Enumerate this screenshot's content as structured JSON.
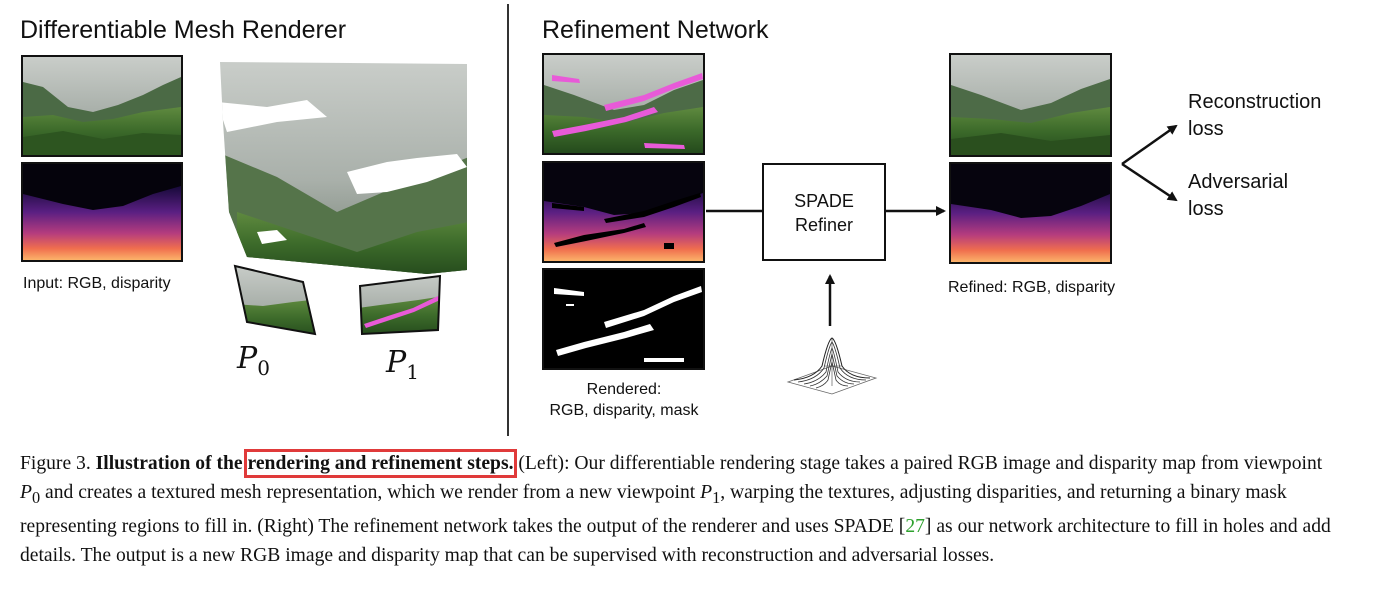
{
  "left_panel": {
    "title": "Differentiable Mesh Renderer",
    "input_label": "Input: RGB, disparity",
    "pose_0": {
      "symbol": "P",
      "sub": "0"
    },
    "pose_1": {
      "symbol": "P",
      "sub": "1"
    }
  },
  "right_panel": {
    "title": "Refinement Network",
    "spade_box": {
      "line1": "SPADE",
      "line2": "Refiner"
    },
    "rendered_label": {
      "line1": "Rendered:",
      "line2": "RGB, disparity, mask"
    },
    "refined_label": "Refined: RGB, disparity",
    "loss_1": {
      "line1": "Reconstruction",
      "line2": "loss"
    },
    "loss_2": {
      "line1": "Adversarial",
      "line2": "loss"
    }
  },
  "caption": {
    "prefix": "Figure 3. ",
    "bold_lead": "Illustration of the ",
    "bold_highlight": "rendering and refinement steps.",
    "part1": " (Left): Our differentiable rendering stage takes a paired RGB image and disparity map from viewpoint ",
    "p0": "P",
    "p0_sub": "0",
    "part2": " and creates a textured mesh representation, which we render from a new viewpoint ",
    "p1": "P",
    "p1_sub": "1",
    "part3": ", warping the textures, adjusting disparities, and returning a binary mask representing regions to fill in. (Right) The refinement network takes the output of the renderer and uses SPADE [",
    "cite": "27",
    "part4": "] as our network architecture to fill in holes and add details. The output is a new RGB image and disparity map that can be supervised with reconstruction and adversarial losses."
  },
  "colors": {
    "highlight_box": "#e03a3a",
    "citation": "#2ea12e",
    "mask_magenta": "#e85ad8"
  }
}
